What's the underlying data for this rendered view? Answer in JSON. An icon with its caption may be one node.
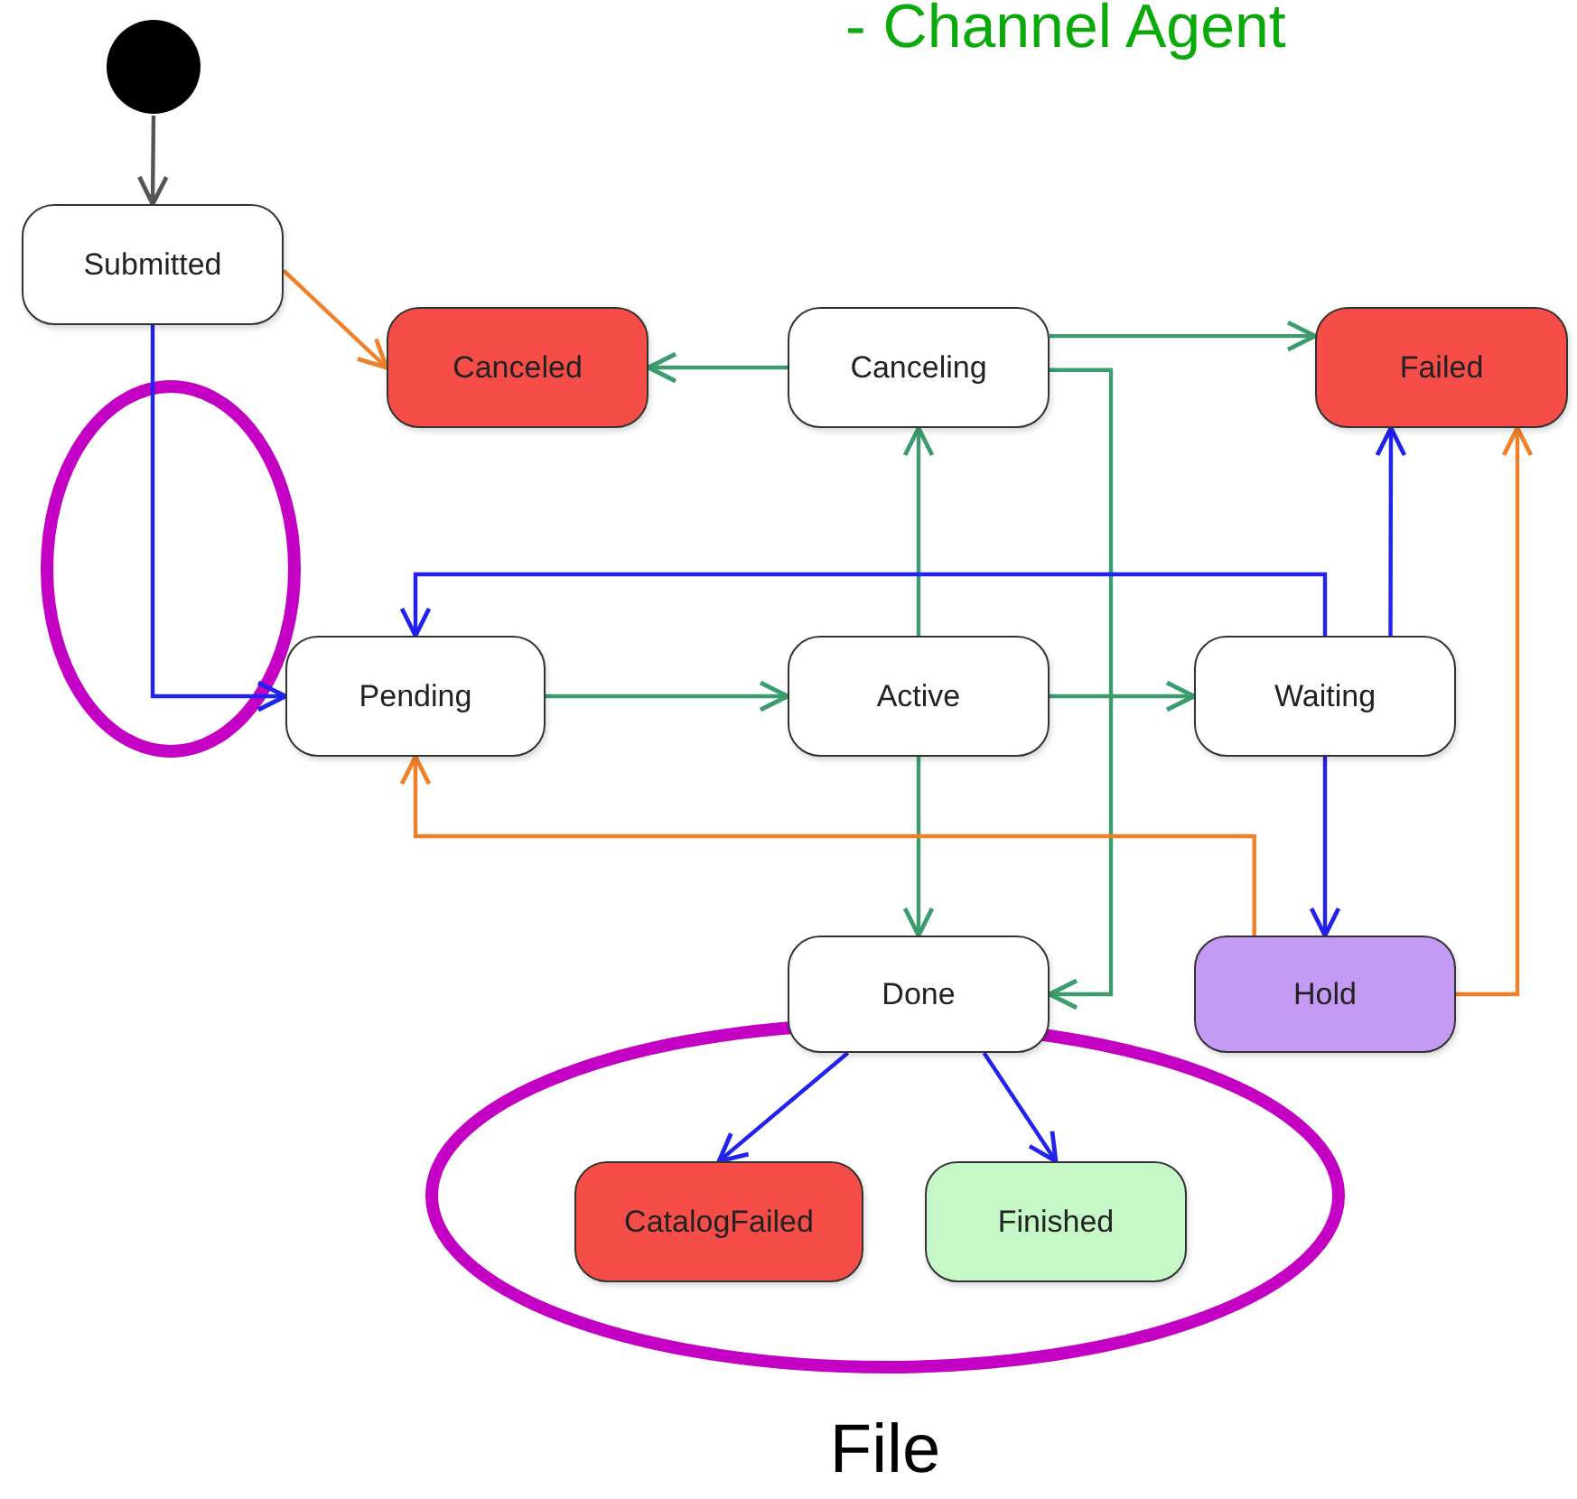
{
  "diagram": {
    "nodes": [
      {
        "text": [],
        "shape": "circle"
      },
      {
        "text": [
          "Submitted"
        ]
      },
      {
        "text": [
          "Canceled"
        ]
      },
      {
        "text": [
          "Canceling"
        ]
      },
      {
        "text": [
          "Failed"
        ]
      },
      {
        "text": [
          "Pending"
        ]
      },
      {
        "text": [
          "Active"
        ]
      },
      {
        "text": [
          "Waiting"
        ]
      },
      {
        "text": [
          "Done"
        ]
      },
      {
        "text": [
          "Hold"
        ]
      },
      {
        "text": [
          "File"
        ]
      },
      {
        "text": [
          "CatalogFailed"
        ],
        "in": 10
      },
      {
        "text": [
          "Finished"
        ],
        "in": 10
      }
    ],
    "edges": [
      {
        "from": 0,
        "to": 1,
        "arrow": "to",
        "color": "#555555"
      },
      {
        "from": 1,
        "to": 2,
        "arrow": "to",
        "color": "#f07f2a"
      },
      {
        "from": 1,
        "to": 5,
        "arrow": "to",
        "color": "#2222ee"
      },
      {
        "from": 3,
        "to": 2,
        "arrow": "to"
      },
      {
        "from": 3,
        "to": 4,
        "arrow": "to"
      },
      {
        "from": 3,
        "to": 8,
        "arrow": "to"
      },
      {
        "from": 5,
        "to": 6,
        "arrow": "to"
      },
      {
        "from": 6,
        "to": 3,
        "arrow": "to"
      },
      {
        "from": 6,
        "to": 7,
        "arrow": "to"
      },
      {
        "from": 6,
        "to": 8,
        "arrow": "to"
      },
      {
        "from": 7,
        "to": 4,
        "arrow": "to",
        "color": "#2222ee"
      },
      {
        "from": 7,
        "to": 5,
        "arrow": "to",
        "color": "#2222ee"
      },
      {
        "from": 7,
        "to": 9,
        "arrow": "to",
        "color": "#2222ee"
      },
      {
        "from": 9,
        "to": 4,
        "arrow": "to",
        "color": "#f07f2a"
      },
      {
        "from": 9,
        "to": 5,
        "arrow": "to",
        "color": "#f07f2a"
      },
      {
        "from": 8,
        "to": 11,
        "arrow": "to",
        "color": "#2222ee"
      },
      {
        "from": 8,
        "to": 12,
        "arrow": "to",
        "color": "#2222ee"
      }
    ],
    "labels": [
      "- Channel Agent"
    ]
  }
}
